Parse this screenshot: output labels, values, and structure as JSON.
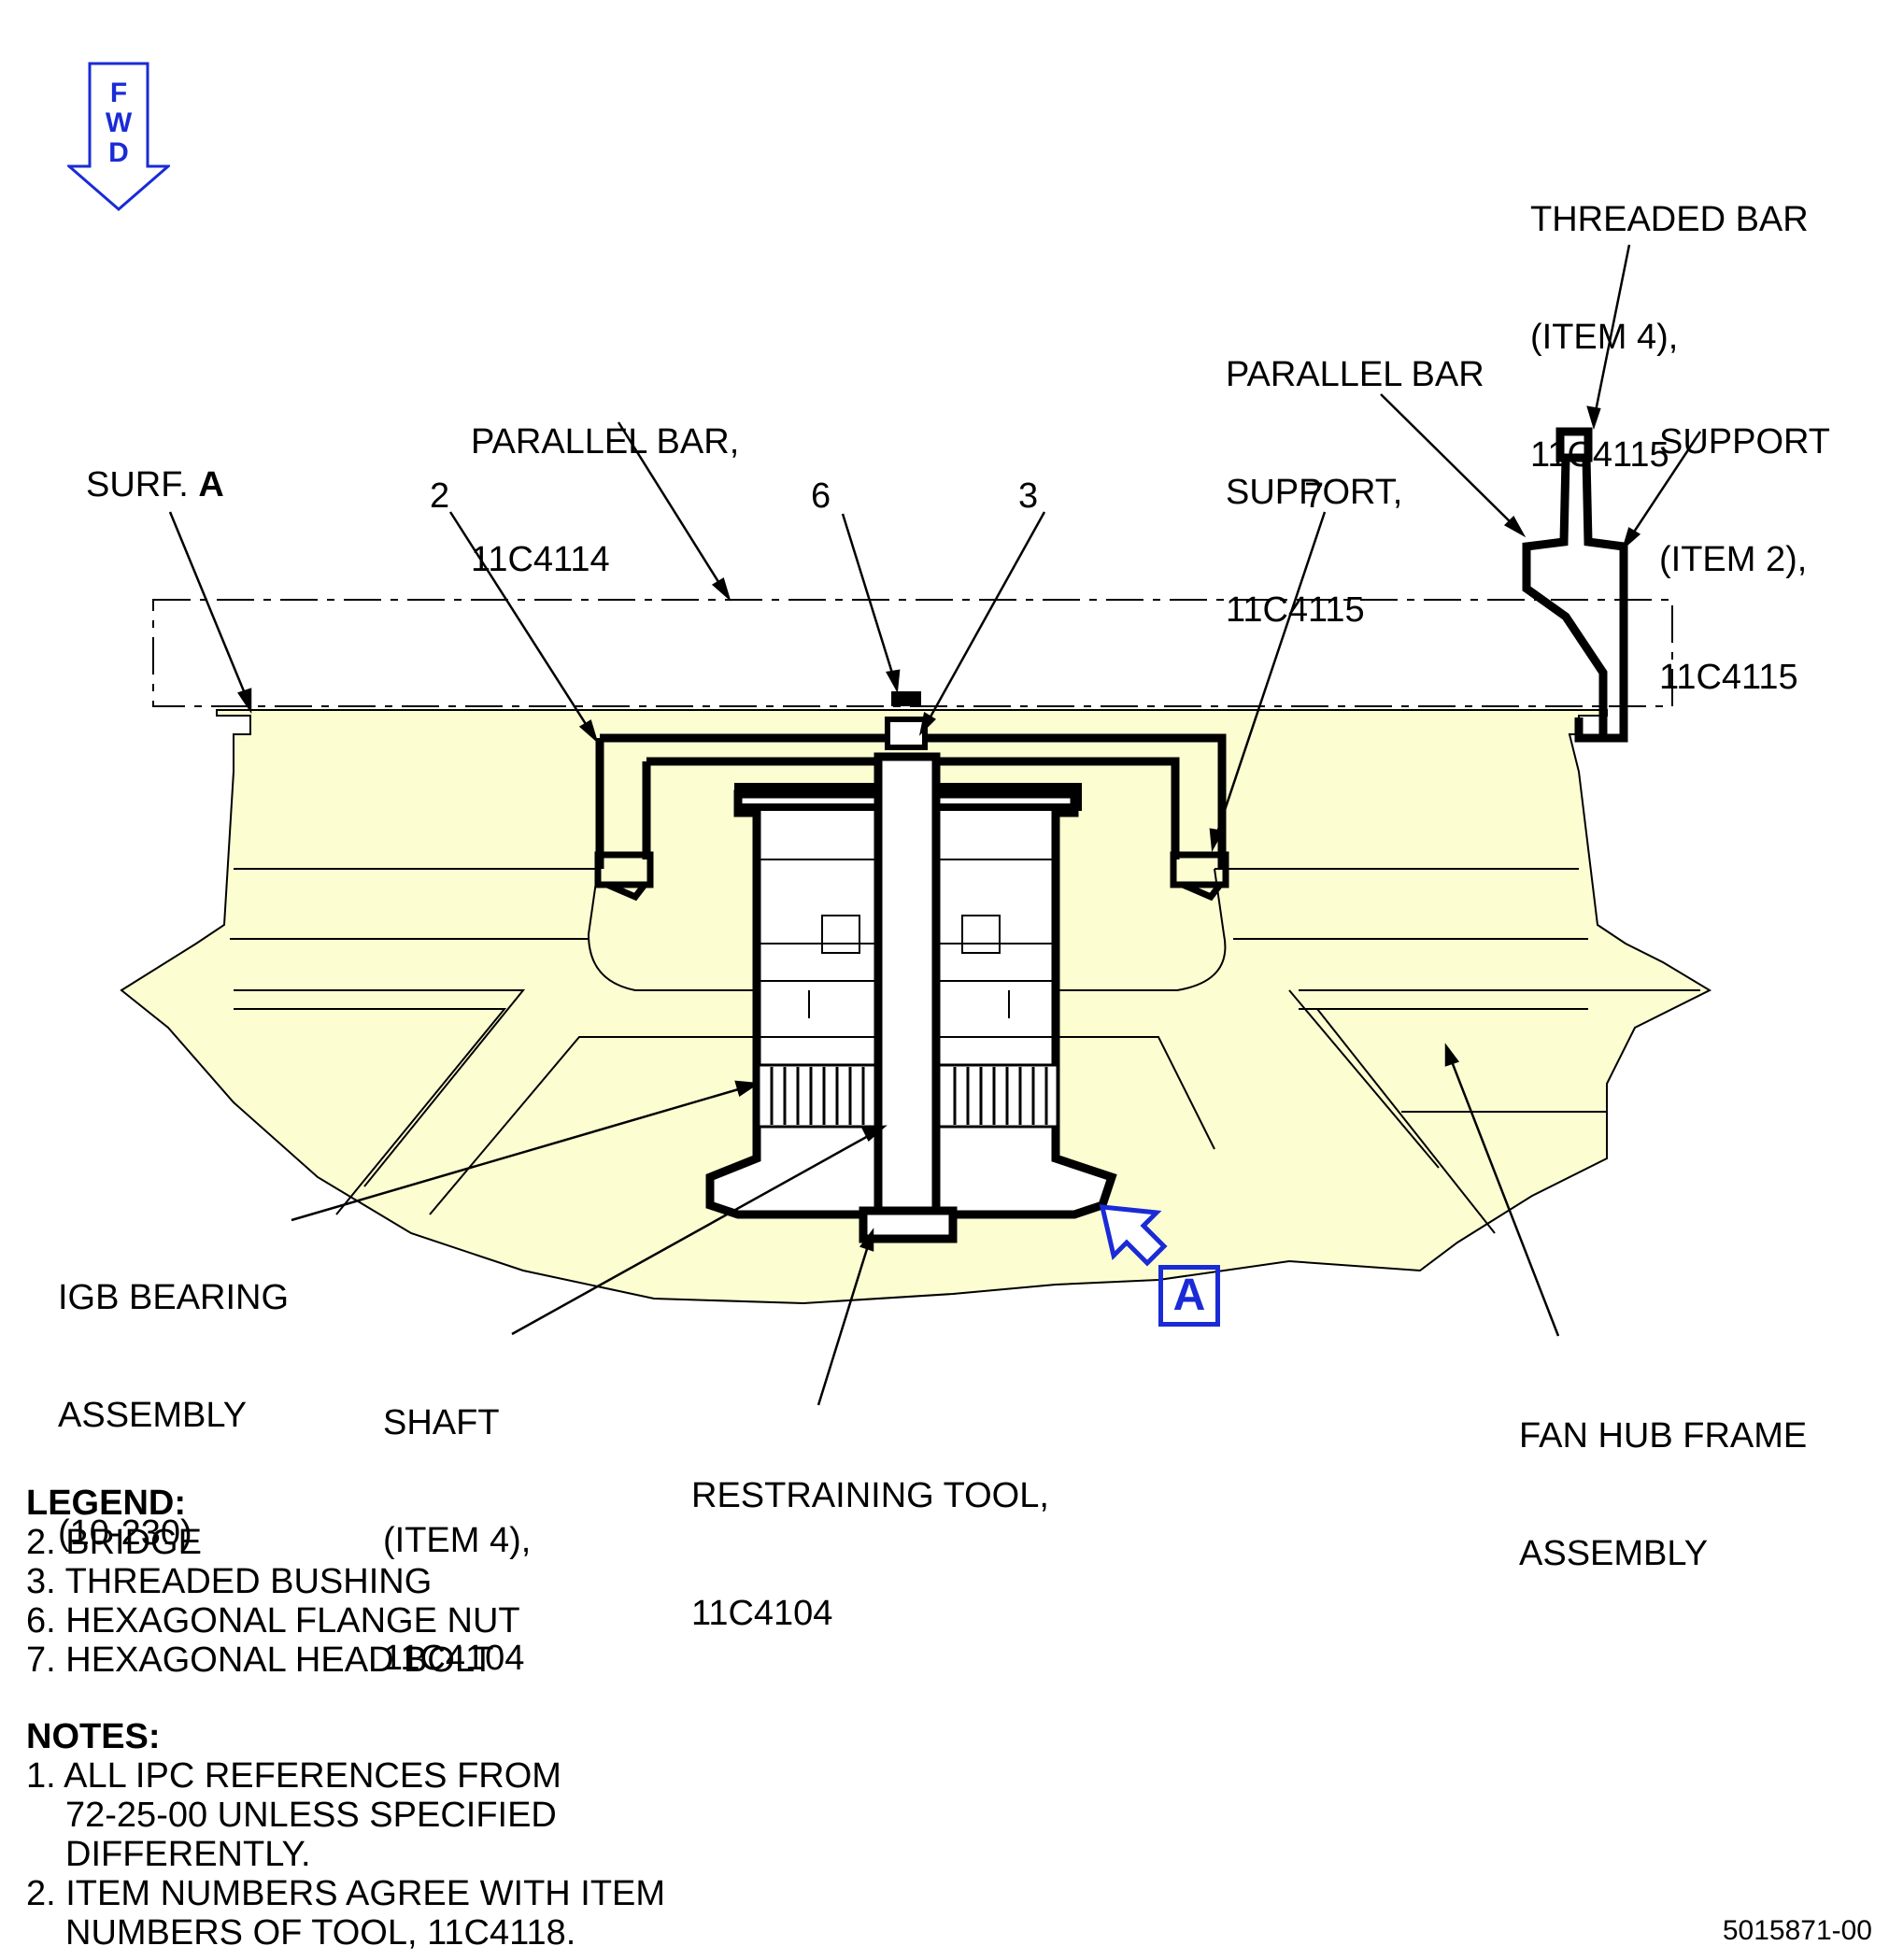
{
  "fwd": {
    "letters": [
      "F",
      "W",
      "D"
    ],
    "color": "#1a2bd6"
  },
  "labels": {
    "threaded_bar": [
      "THREADED BAR",
      "(ITEM 4),",
      "11C4115"
    ],
    "parallel_bar_support": [
      "PARALLEL BAR",
      "SUPPORT,",
      "11C4115"
    ],
    "support": [
      "SUPPORT",
      "(ITEM 2),",
      "11C4115"
    ],
    "parallel_bar": [
      "PARALLEL BAR,",
      "11C4114"
    ],
    "surf_a_prefix": "SURF. ",
    "surf_a_letter": "A",
    "igb_bearing": [
      "IGB BEARING",
      "ASSEMBLY",
      "(10-230)"
    ],
    "shaft": [
      "SHAFT",
      "(ITEM 4),",
      "11C4104"
    ],
    "restraining_tool": [
      "RESTRAINING TOOL,",
      "11C4104"
    ],
    "fan_hub_frame": [
      "FAN HUB FRAME",
      "ASSEMBLY"
    ]
  },
  "item_numbers": {
    "n2": "2",
    "n6": "6",
    "n3": "3",
    "n7": "7"
  },
  "view_marker": "A",
  "legend": {
    "title": "LEGEND:",
    "items": [
      "2. BRIDGE",
      "3. THREADED BUSHING",
      "6. HEXAGONAL FLANGE NUT",
      "7. HEXAGONAL HEAD BOLT"
    ]
  },
  "notes": {
    "title": "NOTES:",
    "items": [
      {
        "first": "1. ALL IPC REFERENCES FROM",
        "rest": [
          "72-25-00 UNLESS SPECIFIED",
          "DIFFERENTLY."
        ]
      },
      {
        "first": "2. ITEM NUMBERS AGREE WITH ITEM",
        "rest": [
          "NUMBERS OF TOOL, 11C4118."
        ]
      }
    ]
  },
  "document_number": "5015871-00",
  "colors": {
    "housing_fill": "#fdfdd2",
    "accent_blue": "#1a2bd6",
    "line": "#000000"
  }
}
